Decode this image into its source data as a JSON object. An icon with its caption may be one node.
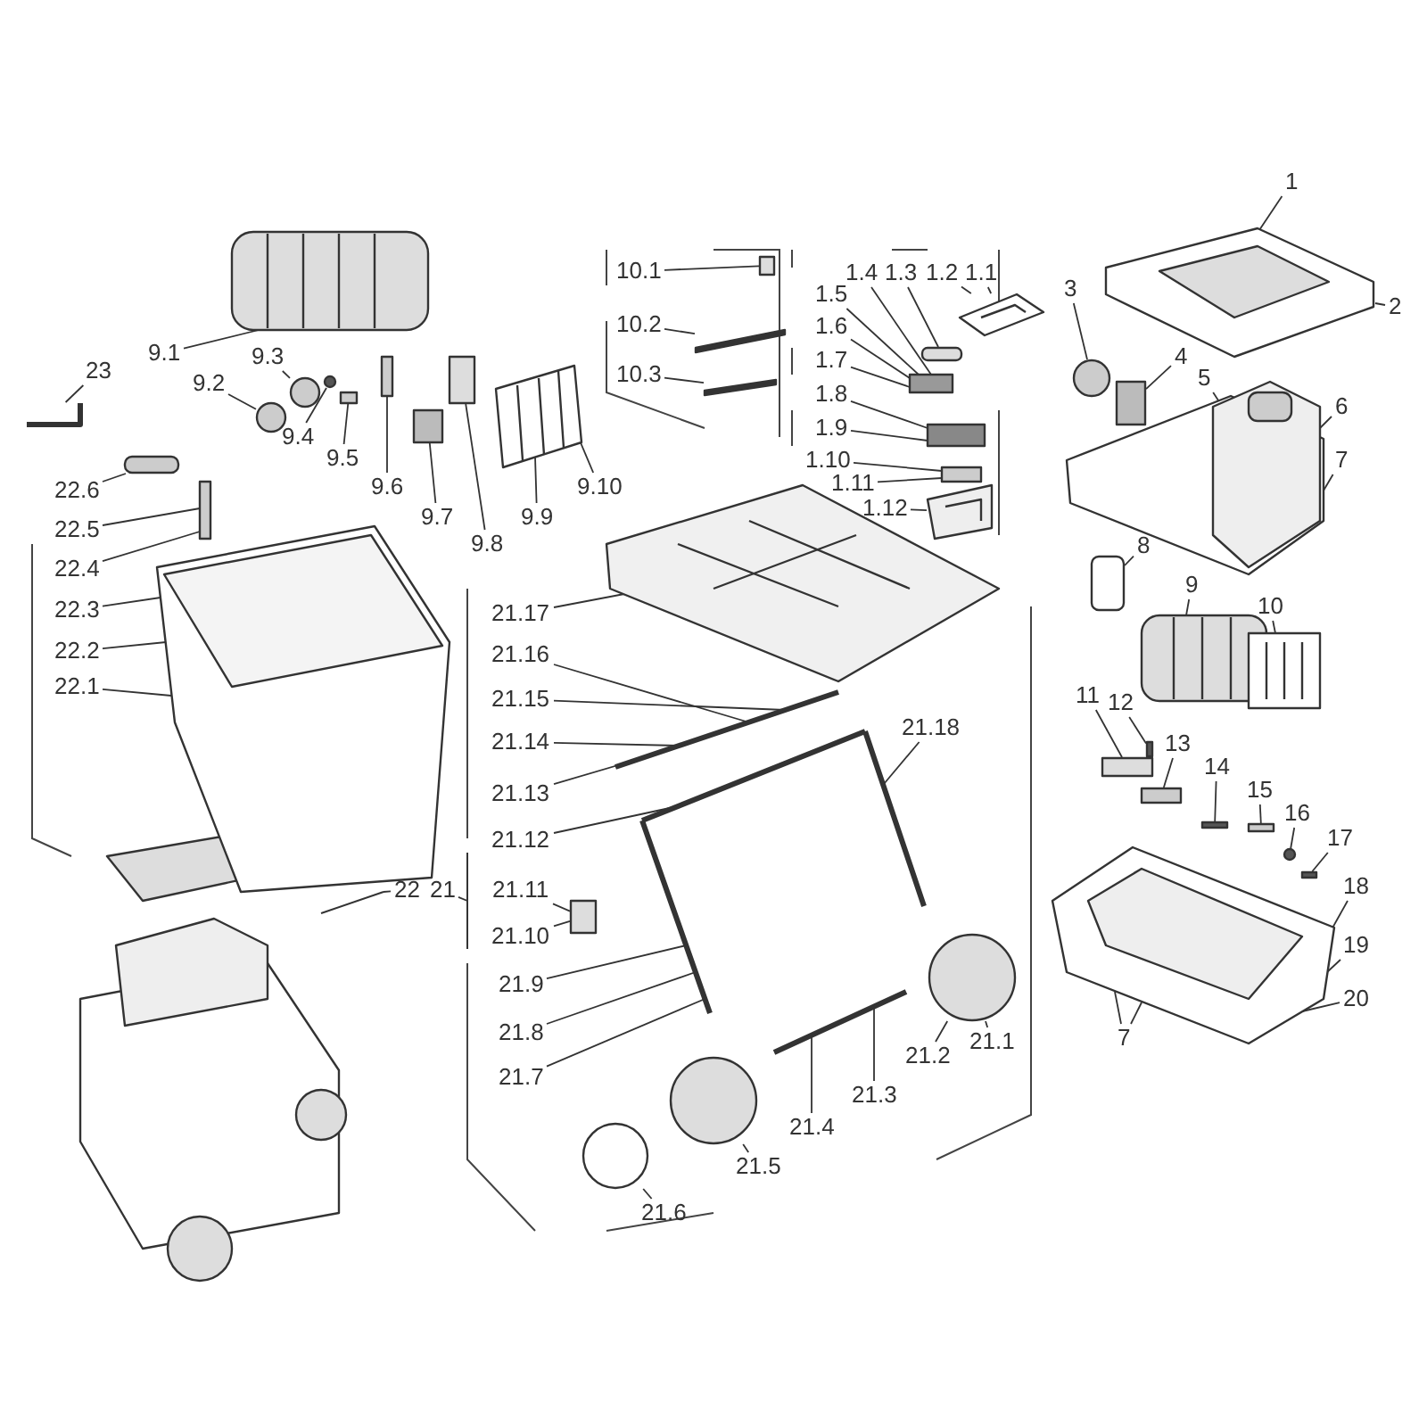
{
  "diagram": {
    "nodes": [
      {
        "text": [
          "1"
        ]
      },
      {
        "text": [
          "2"
        ]
      },
      {
        "text": [
          "3"
        ]
      },
      {
        "text": [
          "4"
        ]
      },
      {
        "text": [
          "5"
        ]
      },
      {
        "text": [
          "6"
        ]
      },
      {
        "text": [
          "7"
        ]
      },
      {
        "text": [
          "8"
        ]
      },
      {
        "text": [
          "9"
        ]
      },
      {
        "text": [
          "10"
        ]
      },
      {
        "text": [
          "11"
        ]
      },
      {
        "text": [
          "12"
        ]
      },
      {
        "text": [
          "13"
        ]
      },
      {
        "text": [
          "14"
        ]
      },
      {
        "text": [
          "15"
        ]
      },
      {
        "text": [
          "16"
        ]
      },
      {
        "text": [
          "17"
        ]
      },
      {
        "text": [
          "18"
        ]
      },
      {
        "text": [
          "19"
        ]
      },
      {
        "text": [
          "20"
        ]
      },
      {
        "text": [
          "7"
        ]
      },
      {
        "text": [
          "9.1"
        ]
      },
      {
        "text": [
          "9.2"
        ]
      },
      {
        "text": [
          "9.3"
        ]
      },
      {
        "text": [
          "9.4"
        ]
      },
      {
        "text": [
          "9.5"
        ]
      },
      {
        "text": [
          "9.6"
        ]
      },
      {
        "text": [
          "9.7"
        ]
      },
      {
        "text": [
          "9.8"
        ]
      },
      {
        "text": [
          "9.9"
        ]
      },
      {
        "text": [
          "9.10"
        ]
      },
      {
        "text": [
          "23"
        ]
      },
      {
        "text": [
          "22.6"
        ]
      },
      {
        "text": [
          "22.5"
        ]
      },
      {
        "text": [
          "22.4"
        ]
      },
      {
        "text": [
          "22.3"
        ]
      },
      {
        "text": [
          "22.2"
        ]
      },
      {
        "text": [
          "22.1"
        ]
      },
      {
        "text": [
          "22"
        ]
      },
      {
        "text": [
          "21"
        ]
      },
      {
        "text": [
          "21.17"
        ]
      },
      {
        "text": [
          "21.16"
        ]
      },
      {
        "text": [
          "21.15"
        ]
      },
      {
        "text": [
          "21.14"
        ]
      },
      {
        "text": [
          "21.13"
        ]
      },
      {
        "text": [
          "21.12"
        ]
      },
      {
        "text": [
          "21.11"
        ]
      },
      {
        "text": [
          "21.10"
        ]
      },
      {
        "text": [
          "21.9"
        ]
      },
      {
        "text": [
          "21.8"
        ]
      },
      {
        "text": [
          "21.7"
        ]
      },
      {
        "text": [
          "21.6"
        ]
      },
      {
        "text": [
          "21.5"
        ]
      },
      {
        "text": [
          "21.4"
        ]
      },
      {
        "text": [
          "21.3"
        ]
      },
      {
        "text": [
          "21.2"
        ]
      },
      {
        "text": [
          "21.1"
        ]
      },
      {
        "text": [
          "21.18"
        ]
      },
      {
        "text": [
          "10.1"
        ]
      },
      {
        "text": [
          "10.2"
        ]
      },
      {
        "text": [
          "10.3"
        ]
      },
      {
        "text": [
          "1.1"
        ]
      },
      {
        "text": [
          "1.2"
        ]
      },
      {
        "text": [
          "1.3"
        ]
      },
      {
        "text": [
          "1.4"
        ]
      },
      {
        "text": [
          "1.5"
        ]
      },
      {
        "text": [
          "1.6"
        ]
      },
      {
        "text": [
          "1.7"
        ]
      },
      {
        "text": [
          "1.8"
        ]
      },
      {
        "text": [
          "1.9"
        ]
      },
      {
        "text": [
          "1.10"
        ]
      },
      {
        "text": [
          "1.11"
        ]
      },
      {
        "text": [
          "1.12"
        ]
      },
      {
        "text": [],
        "shape": "picture"
      },
      {
        "text": [],
        "shape": "circle"
      },
      {
        "text": [],
        "shape": "box"
      },
      {
        "text": [],
        "shape": "picture"
      },
      {
        "text": [],
        "shape": "box"
      },
      {
        "text": [],
        "shape": "picture"
      },
      {
        "text": [],
        "shape": "box"
      },
      {
        "text": [],
        "shape": "box"
      },
      {
        "text": [],
        "shape": "box"
      },
      {
        "text": [],
        "shape": "box"
      },
      {
        "text": [],
        "shape": "box"
      },
      {
        "text": [],
        "shape": "circle"
      },
      {
        "text": [],
        "shape": "box"
      },
      {
        "text": [],
        "shape": "picture"
      },
      {
        "text": [],
        "shape": "picture"
      },
      {
        "text": [],
        "shape": "circle"
      },
      {
        "text": [],
        "shape": "circle"
      },
      {
        "text": [],
        "shape": "circle"
      },
      {
        "text": [],
        "shape": "box"
      },
      {
        "text": [],
        "shape": "box"
      },
      {
        "text": [],
        "shape": "box"
      },
      {
        "text": [],
        "shape": "box"
      },
      {
        "text": [],
        "shape": "picture"
      },
      {
        "text": [],
        "shape": "picture"
      },
      {
        "text": [],
        "shape": "box"
      },
      {
        "text": [],
        "shape": "box"
      },
      {
        "text": [],
        "shape": "picture"
      },
      {
        "text": [],
        "shape": "picture"
      },
      {
        "text": [],
        "shape": "picture"
      },
      {
        "text": [],
        "shape": "box"
      },
      {
        "text": [],
        "shape": "circle"
      },
      {
        "text": [],
        "shape": "circle"
      },
      {
        "text": [],
        "shape": "circle"
      },
      {
        "text": [],
        "shape": "box"
      },
      {
        "text": [],
        "shape": "bar"
      },
      {
        "text": [],
        "shape": "bar"
      },
      {
        "text": [],
        "shape": "picture"
      },
      {
        "text": [],
        "shape": "box"
      },
      {
        "text": [],
        "shape": "box"
      },
      {
        "text": [],
        "shape": "box"
      },
      {
        "text": [],
        "shape": "box"
      },
      {
        "text": [],
        "shape": "picture"
      },
      {
        "text": [],
        "shape": "bracket"
      },
      {
        "text": [],
        "shape": "bracket"
      }
    ],
    "edges": [
      {
        "from": 0,
        "to": 73,
        "arrow": "none"
      },
      {
        "from": 1,
        "to": 73,
        "arrow": "none"
      },
      {
        "from": 2,
        "to": 74,
        "arrow": "none"
      },
      {
        "from": 3,
        "to": 75,
        "arrow": "none"
      },
      {
        "from": 4,
        "to": 76,
        "arrow": "none"
      },
      {
        "from": 5,
        "to": 76,
        "arrow": "none"
      },
      {
        "from": 6,
        "to": 76,
        "arrow": "none"
      },
      {
        "from": 7,
        "to": 77,
        "arrow": "none"
      },
      {
        "from": 8,
        "to": 78,
        "arrow": "none"
      },
      {
        "from": 9,
        "to": 78,
        "arrow": "none"
      },
      {
        "from": 10,
        "to": 79,
        "arrow": "none"
      },
      {
        "from": 11,
        "to": 80,
        "arrow": "none"
      },
      {
        "from": 12,
        "to": 81,
        "arrow": "none"
      },
      {
        "from": 13,
        "to": 82,
        "arrow": "none"
      },
      {
        "from": 14,
        "to": 83,
        "arrow": "none"
      },
      {
        "from": 15,
        "to": 84,
        "arrow": "none"
      },
      {
        "from": 16,
        "to": 85,
        "arrow": "none"
      },
      {
        "from": 17,
        "to": 86,
        "arrow": "none"
      },
      {
        "from": 18,
        "to": 86,
        "arrow": "none"
      },
      {
        "from": 19,
        "to": 86,
        "arrow": "none"
      },
      {
        "from": 20,
        "to": 86,
        "arrow": "none"
      },
      {
        "from": 20,
        "to": 86,
        "arrow": "none"
      },
      {
        "from": 21,
        "to": 87,
        "arrow": "none"
      },
      {
        "from": 22,
        "to": 88,
        "arrow": "none"
      },
      {
        "from": 23,
        "to": 89,
        "arrow": "none"
      },
      {
        "from": 24,
        "to": 90,
        "arrow": "none"
      },
      {
        "from": 25,
        "to": 91,
        "arrow": "none"
      },
      {
        "from": 26,
        "to": 92,
        "arrow": "none"
      },
      {
        "from": 27,
        "to": 93,
        "arrow": "none"
      },
      {
        "from": 28,
        "to": 94,
        "arrow": "none"
      },
      {
        "from": 29,
        "to": 95,
        "arrow": "none"
      },
      {
        "from": 30,
        "to": 95,
        "arrow": "none"
      },
      {
        "from": 31,
        "to": 96,
        "arrow": "none"
      },
      {
        "from": 32,
        "to": 97,
        "arrow": "none"
      },
      {
        "from": 33,
        "to": 98,
        "arrow": "none"
      },
      {
        "from": 34,
        "to": 98,
        "arrow": "none"
      },
      {
        "from": 35,
        "to": 99,
        "arrow": "none"
      },
      {
        "from": 36,
        "to": 99,
        "arrow": "none"
      },
      {
        "from": 37,
        "to": 99,
        "arrow": "none"
      },
      {
        "from": 38,
        "to": 115,
        "arrow": "none"
      },
      {
        "from": 39,
        "to": 116,
        "arrow": "none"
      },
      {
        "from": 40,
        "to": 100,
        "arrow": "none"
      },
      {
        "from": 41,
        "to": 101,
        "arrow": "none"
      },
      {
        "from": 42,
        "to": 101,
        "arrow": "none"
      },
      {
        "from": 43,
        "to": 101,
        "arrow": "none"
      },
      {
        "from": 44,
        "to": 101,
        "arrow": "none"
      },
      {
        "from": 45,
        "to": 101,
        "arrow": "none"
      },
      {
        "from": 46,
        "to": 102,
        "arrow": "none"
      },
      {
        "from": 47,
        "to": 102,
        "arrow": "none"
      },
      {
        "from": 48,
        "to": 101,
        "arrow": "none"
      },
      {
        "from": 49,
        "to": 101,
        "arrow": "none"
      },
      {
        "from": 50,
        "to": 101,
        "arrow": "none"
      },
      {
        "from": 51,
        "to": 104,
        "arrow": "none"
      },
      {
        "from": 52,
        "to": 103,
        "arrow": "none"
      },
      {
        "from": 53,
        "to": 101,
        "arrow": "none"
      },
      {
        "from": 54,
        "to": 101,
        "arrow": "none"
      },
      {
        "from": 55,
        "to": 105,
        "arrow": "none"
      },
      {
        "from": 56,
        "to": 105,
        "arrow": "none"
      },
      {
        "from": 57,
        "to": 101,
        "arrow": "none"
      },
      {
        "from": 58,
        "to": 106,
        "arrow": "none"
      },
      {
        "from": 59,
        "to": 107,
        "arrow": "none"
      },
      {
        "from": 60,
        "to": 108,
        "arrow": "none"
      },
      {
        "from": 61,
        "to": 109,
        "arrow": "none"
      },
      {
        "from": 62,
        "to": 109,
        "arrow": "none"
      },
      {
        "from": 63,
        "to": 110,
        "arrow": "none"
      },
      {
        "from": 64,
        "to": 111,
        "arrow": "none"
      },
      {
        "from": 65,
        "to": 111,
        "arrow": "none"
      },
      {
        "from": 66,
        "to": 111,
        "arrow": "none"
      },
      {
        "from": 67,
        "to": 111,
        "arrow": "none"
      },
      {
        "from": 68,
        "to": 112,
        "arrow": "none"
      },
      {
        "from": 69,
        "to": 112,
        "arrow": "none"
      },
      {
        "from": 70,
        "to": 113,
        "arrow": "none"
      },
      {
        "from": 71,
        "to": 113,
        "arrow": "none"
      },
      {
        "from": 72,
        "to": 114,
        "arrow": "none"
      }
    ]
  }
}
